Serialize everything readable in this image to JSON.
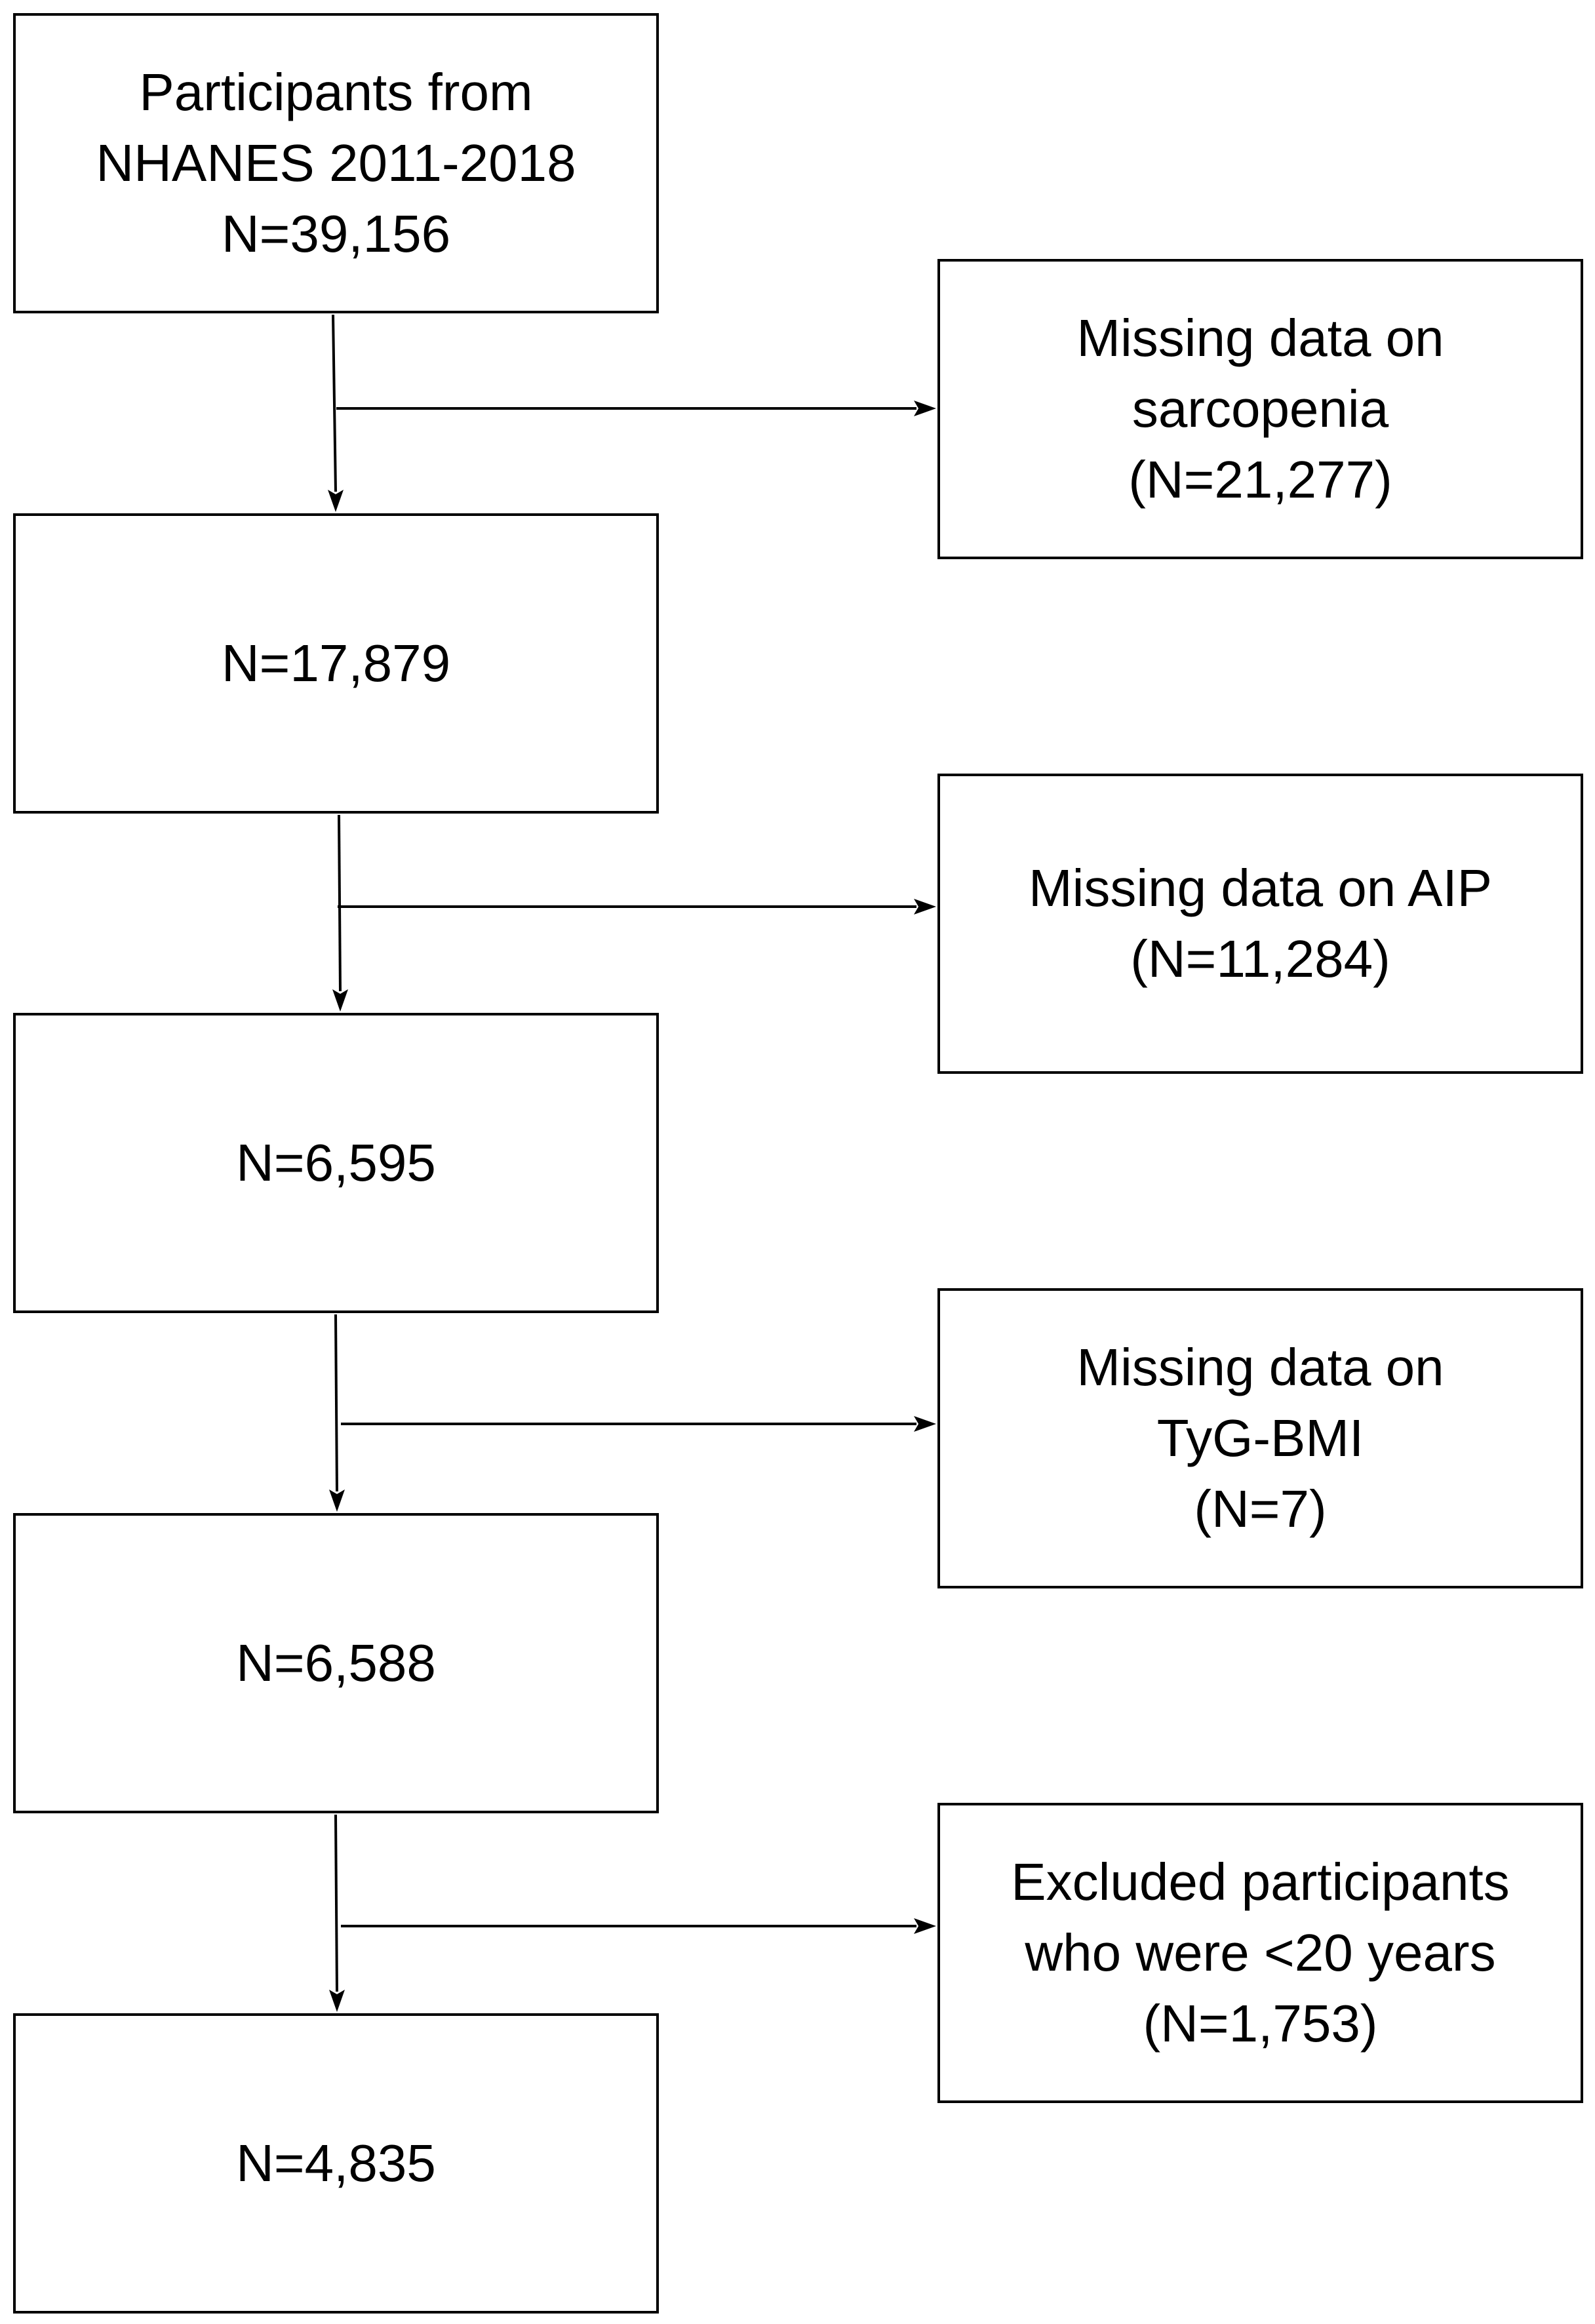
{
  "flowchart": {
    "main_boxes": [
      {
        "lines": [
          "Participants from",
          "NHANES 2011-2018",
          "N=39,156"
        ]
      },
      {
        "lines": [
          "N=17,879"
        ]
      },
      {
        "lines": [
          "N=6,595"
        ]
      },
      {
        "lines": [
          "N=6,588"
        ]
      },
      {
        "lines": [
          "N=4,835"
        ]
      }
    ],
    "exclusion_boxes": [
      {
        "lines": [
          "Missing data on",
          "sarcopenia",
          "(N=21,277)"
        ]
      },
      {
        "lines": [
          "Missing data on AIP",
          "(N=11,284)"
        ]
      },
      {
        "lines": [
          "Missing data on",
          "TyG-BMI",
          "(N=7)"
        ]
      },
      {
        "lines": [
          "Excluded participants",
          "who were <20 years",
          "(N=1,753)"
        ]
      }
    ],
    "colors": {
      "stroke": "#000000",
      "background": "#ffffff",
      "text": "#000000"
    }
  }
}
